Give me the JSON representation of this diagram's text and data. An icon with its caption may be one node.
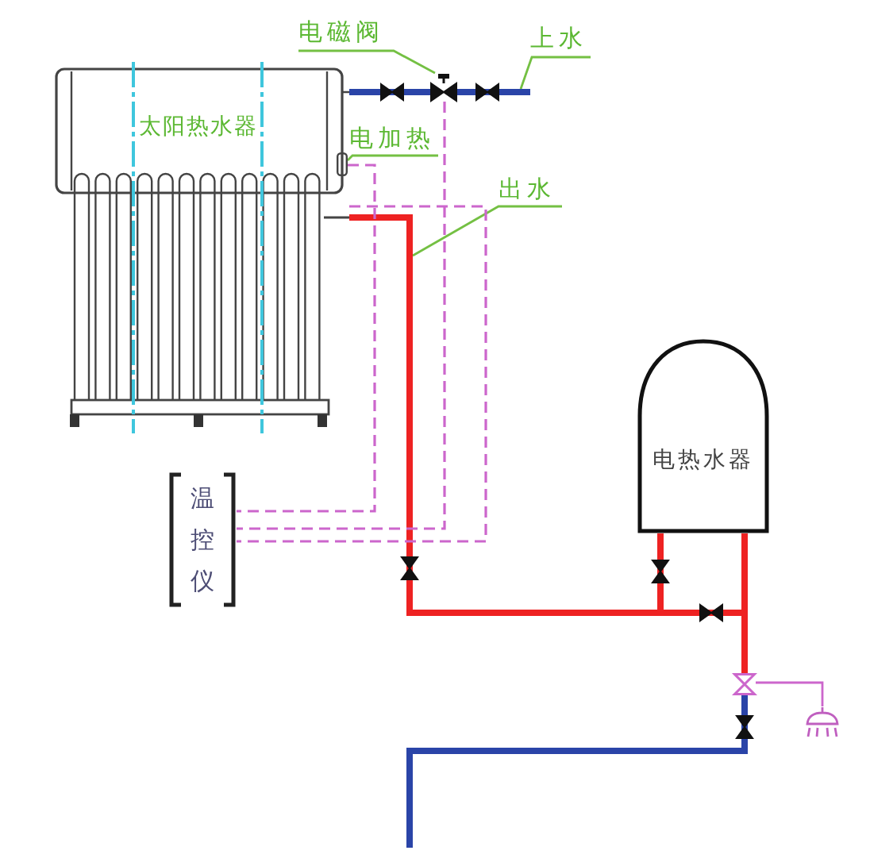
{
  "diagram": {
    "nodes": [
      {
        "text": [
          "电磁阀"
        ]
      },
      {
        "text": [],
        "shape": "valve"
      },
      {
        "text": [
          "上水"
        ]
      },
      {
        "text": [
          "太阳热水器"
        ]
      },
      {
        "text": [
          "电加热"
        ]
      },
      {
        "text": [],
        "shape": "box",
        "in": 3
      },
      {
        "text": [
          "出水"
        ]
      },
      {
        "text": [
          "电热水器"
        ]
      },
      {
        "text": [
          "温控仪"
        ]
      },
      {
        "text": [],
        "shape": "valve"
      },
      {
        "text": [],
        "shape": "picture"
      }
    ],
    "edges": [
      {
        "from": 0,
        "to": 1,
        "arrow": "none"
      },
      {
        "from": 2,
        "to": null,
        "arrow": "none"
      },
      {
        "from": 4,
        "to": 5,
        "arrow": "none"
      },
      {
        "from": 6,
        "to": null,
        "arrow": "none"
      },
      {
        "from": 3,
        "to": 1,
        "arrow": "none",
        "style": "thick",
        "color": "#2a44a8"
      },
      {
        "from": 1,
        "to": null,
        "arrow": "none",
        "style": "thick",
        "color": "#2a44a8"
      },
      {
        "from": 3,
        "to": 7,
        "arrow": "none",
        "style": "thick",
        "color": "#ee2222"
      },
      {
        "from": 3,
        "to": 9,
        "arrow": "none",
        "style": "thick",
        "color": "#ee2222"
      },
      {
        "from": 7,
        "to": 9,
        "arrow": "none",
        "style": "thick",
        "color": "#ee2222"
      },
      {
        "from": null,
        "to": 9,
        "arrow": "none",
        "style": "thick",
        "color": "#2a44a8"
      },
      {
        "from": 9,
        "to": 10,
        "arrow": "none",
        "color": "#cc66cc"
      },
      {
        "from": 5,
        "to": 8,
        "arrow": "none",
        "style": "dashed",
        "color": "#cc66cc"
      },
      {
        "from": 1,
        "to": 8,
        "arrow": "none",
        "style": "dashed",
        "color": "#cc66cc"
      },
      {
        "from": 3,
        "to": 8,
        "arrow": "none",
        "style": "dashed",
        "color": "#cc66cc"
      }
    ]
  }
}
